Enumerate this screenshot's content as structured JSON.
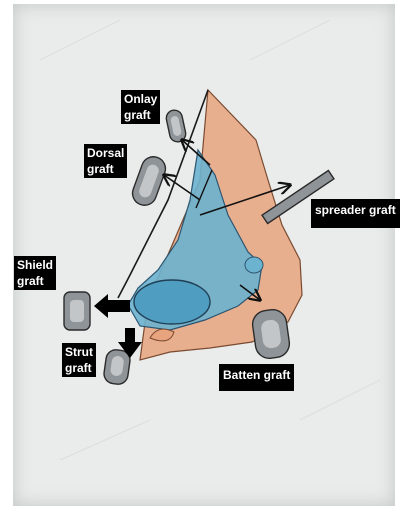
{
  "labels": {
    "onlay": "Onlay\ngraft",
    "dorsal": "Dorsal\ngraft",
    "spreader": "spreader graft",
    "shield": "Shield\ngraft",
    "strut": "Strut\ngraft",
    "batten": "Batten graft"
  },
  "colors": {
    "paper": "#e9ecea",
    "skin": "#e7a47e",
    "cartilage": "#6cb3cf",
    "graft": "#8f9498",
    "label_bg": "#000000",
    "label_text": "#ffffff"
  }
}
